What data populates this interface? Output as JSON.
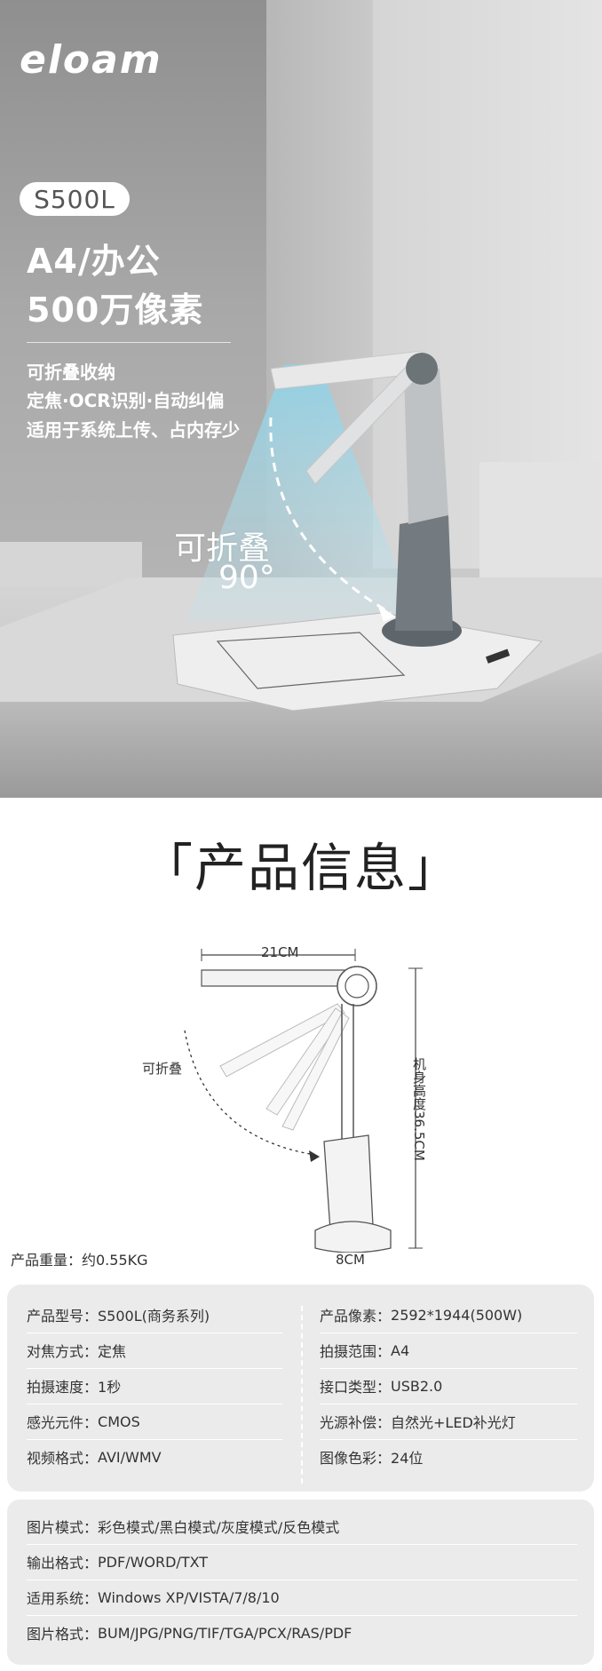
{
  "hero": {
    "brand": "eloam",
    "model": "S500L",
    "headline_1": "A4/办公",
    "headline_2": "500万像素",
    "features": [
      "可折叠收纳",
      "定焦·OCR识别·自动纠偏",
      "适用于系统上传、占内存少"
    ],
    "fold_label": "可折叠",
    "fold_degree": "90°"
  },
  "product_info": {
    "title": "「产品信息」",
    "diagram": {
      "width_label": "21CM",
      "height_label": "机身高度36.5CM",
      "base_label": "8CM",
      "fold_label": "可折叠"
    },
    "weight": "产品重量：约0.55KG"
  },
  "specs_left": [
    {
      "k": "产品型号：",
      "v": "S500L(商务系列)"
    },
    {
      "k": "对焦方式：",
      "v": "定焦"
    },
    {
      "k": "拍摄速度：",
      "v": "1秒"
    },
    {
      "k": "感光元件：",
      "v": "CMOS"
    },
    {
      "k": "视频格式：",
      "v": "AVI/WMV"
    }
  ],
  "specs_right": [
    {
      "k": "产品像素：",
      "v": "2592*1944(500W)"
    },
    {
      "k": "拍摄范围：",
      "v": "A4"
    },
    {
      "k": "接口类型：",
      "v": "USB2.0"
    },
    {
      "k": "光源补偿：",
      "v": "自然光+LED补光灯"
    },
    {
      "k": "图像色彩：",
      "v": "24位"
    }
  ],
  "specs_bottom": [
    {
      "k": "图片模式：",
      "v": "彩色模式/黑白模式/灰度模式/反色模式"
    },
    {
      "k": "输出格式：",
      "v": "PDF/WORD/TXT"
    },
    {
      "k": "适用系统：",
      "v": "Windows XP/VISTA/7/8/10"
    },
    {
      "k": "图片格式：",
      "v": "BUM/JPG/PNG/TIF/TGA/PCX/RAS/PDF"
    }
  ],
  "colors": {
    "panel": "#ebebeb",
    "text": "#333333",
    "hero_text": "#ffffff",
    "scan_light": "#9fd7e6"
  }
}
